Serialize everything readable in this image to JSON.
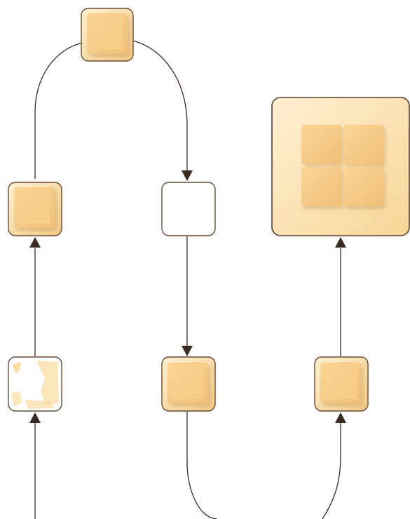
{
  "diagram": {
    "description_visible_text": "",
    "colors": {
      "line": "#3a2a22",
      "arrow": "#3a2a22",
      "tile_border": "#6a4a36",
      "tile_fill_light": "#ffe7b8",
      "tile_fill_mid": "#f6d08f",
      "cube_top": "#f8cc84",
      "cube_side": "#e0ad68",
      "cube_shadow": "#d9b27a",
      "empty_tile_fill": "#ffffff",
      "panel_fill": "#fde1ad",
      "panel_border": "#5a3f2f"
    },
    "nodes": [
      {
        "id": "top-cube-node",
        "kind": "filled",
        "icon": "cube-icon"
      },
      {
        "id": "left-upper-cube-node",
        "kind": "filled",
        "icon": "cube-icon"
      },
      {
        "id": "left-lower-partial-node",
        "kind": "partial",
        "icon": "cube-fragment-icon"
      },
      {
        "id": "center-empty-node",
        "kind": "empty",
        "icon": ""
      },
      {
        "id": "center-lower-cube-node",
        "kind": "filled",
        "icon": "cube-icon"
      },
      {
        "id": "right-lower-cube-node",
        "kind": "filled",
        "icon": "cube-icon"
      },
      {
        "id": "right-assembled-panel",
        "kind": "assembled",
        "icon": "four-cubes-icon"
      }
    ]
  }
}
